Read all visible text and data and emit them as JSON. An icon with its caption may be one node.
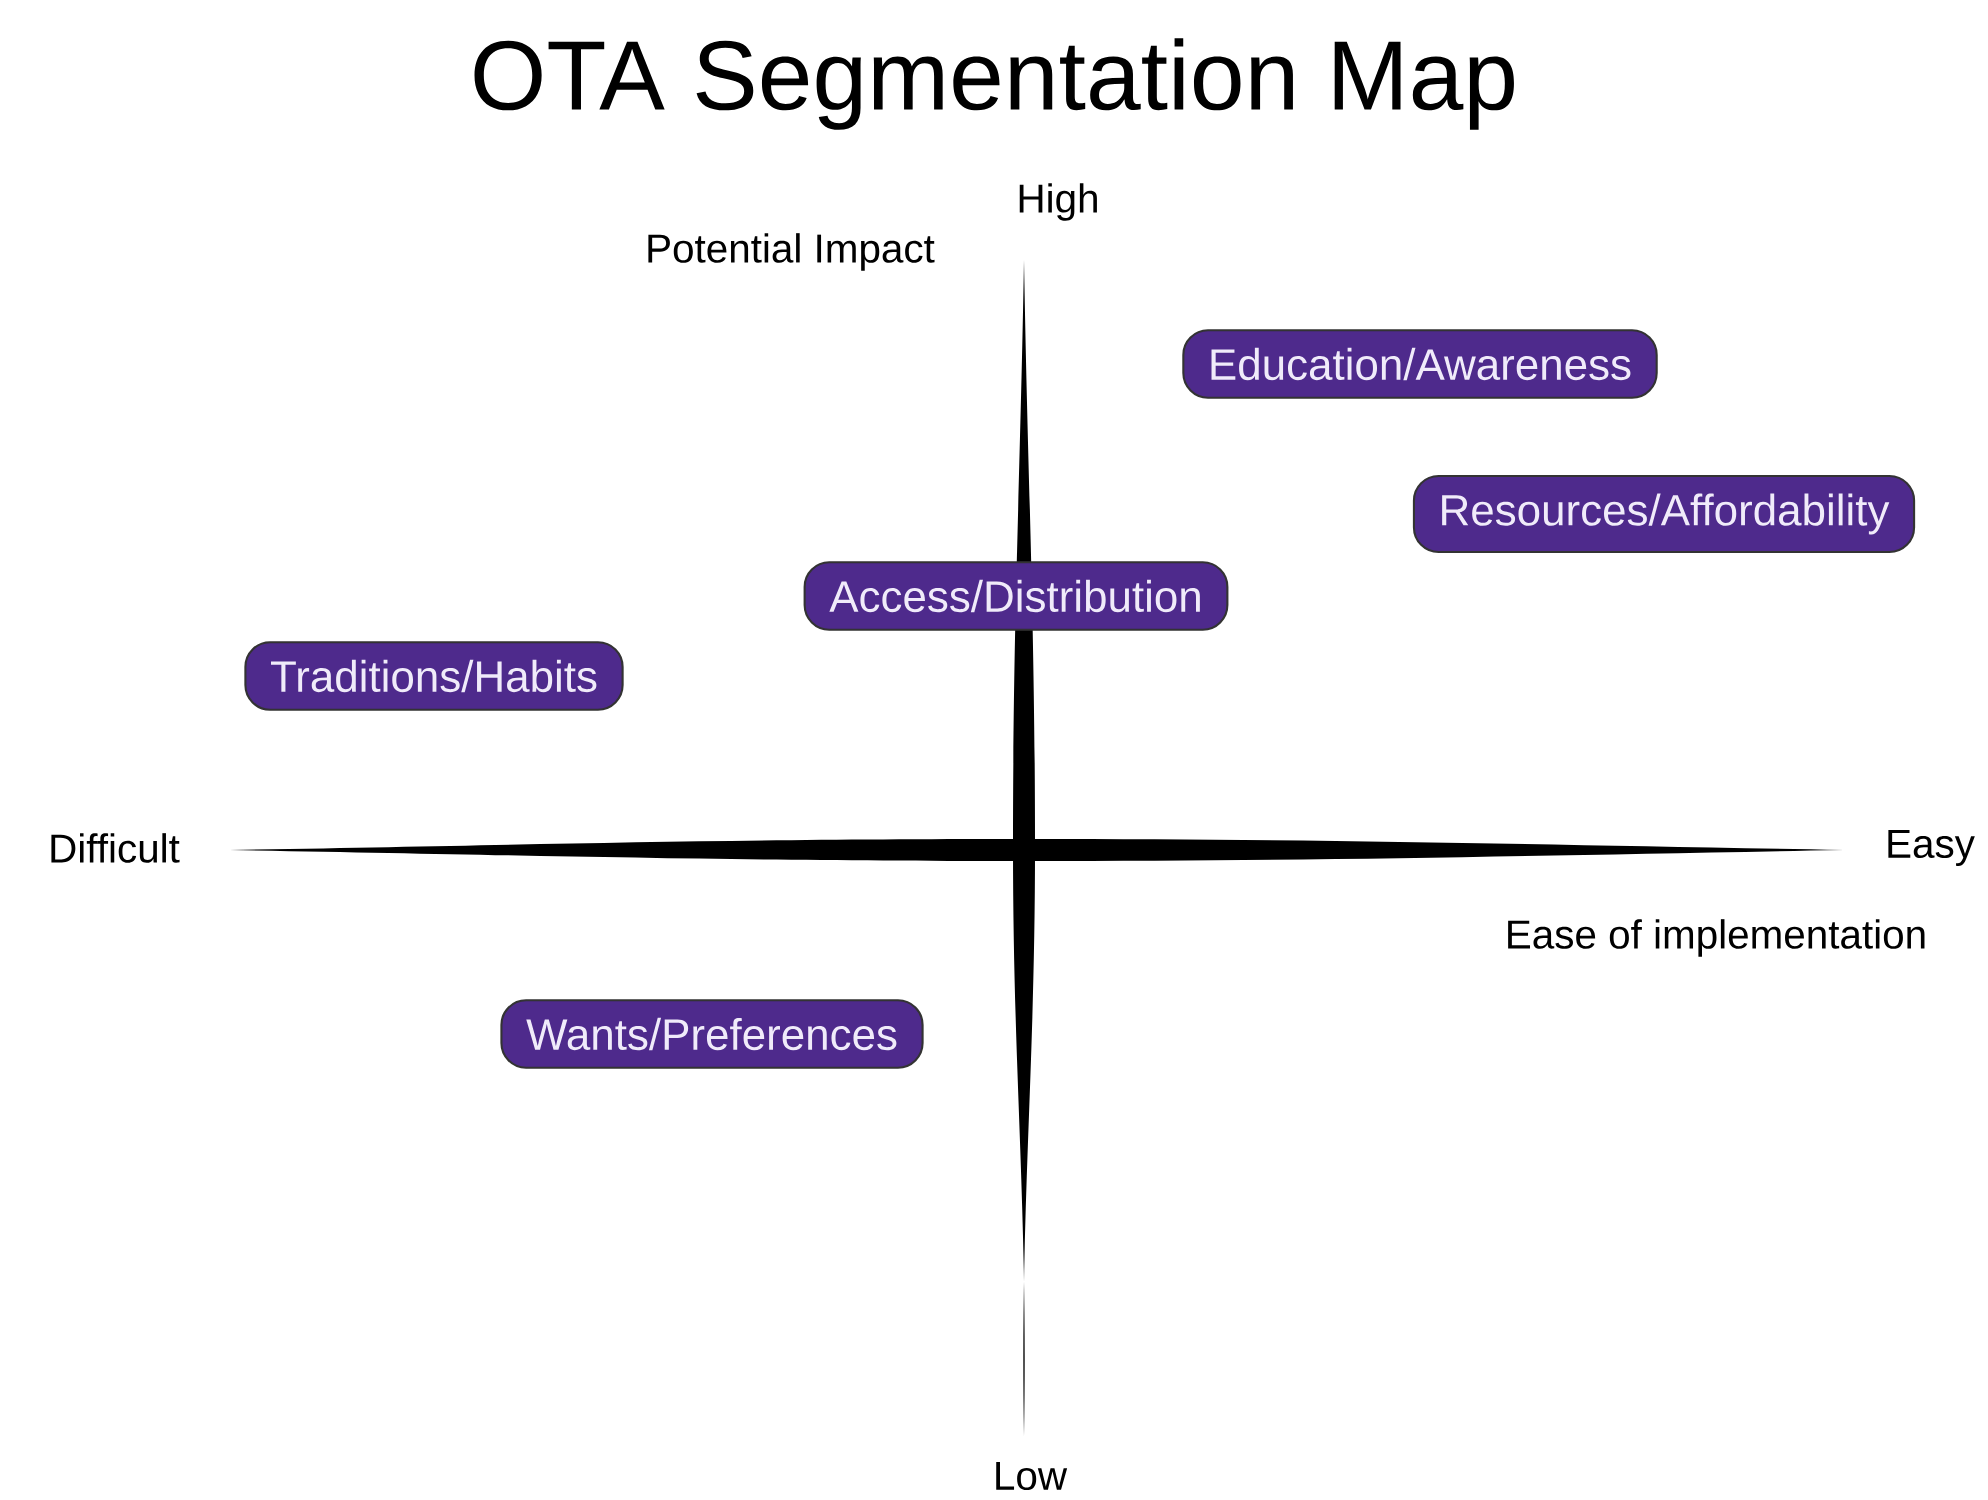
{
  "diagram": {
    "title": "OTA Segmentation Map",
    "nodes": [
      {
        "text": [
          "Education/Awareness"
        ]
      },
      {
        "text": [
          "Resources/Affordability"
        ]
      },
      {
        "text": [
          "Access/Distribution"
        ]
      },
      {
        "text": [
          "Traditions/Habits"
        ]
      },
      {
        "text": [
          "Wants/Preferences"
        ]
      }
    ],
    "labels": [
      "High",
      "Potential Impact",
      "Difficult",
      "Easy",
      "Ease of implementation",
      "Low"
    ]
  }
}
